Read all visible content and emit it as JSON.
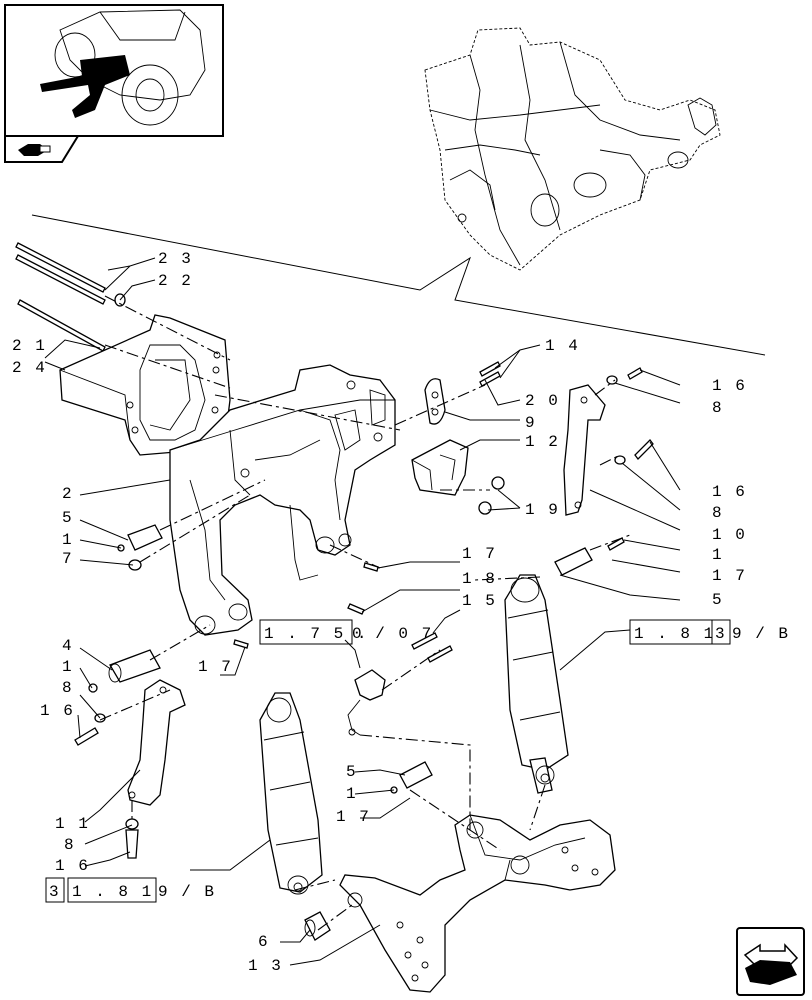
{
  "title": "",
  "callouts": [
    {
      "id": "c23",
      "text": "2 3"
    },
    {
      "id": "c22",
      "text": "2 2"
    },
    {
      "id": "c21",
      "text": "2 1"
    },
    {
      "id": "c24",
      "text": "2 4"
    },
    {
      "id": "c14",
      "text": "1 4"
    },
    {
      "id": "c20",
      "text": "2 0"
    },
    {
      "id": "c9a",
      "text": "9"
    },
    {
      "id": "c12",
      "text": "1 2"
    },
    {
      "id": "c19",
      "text": "1 9"
    },
    {
      "id": "c16a",
      "text": "1 6"
    },
    {
      "id": "c8a",
      "text": "8"
    },
    {
      "id": "c16b",
      "text": "1 6"
    },
    {
      "id": "c8b",
      "text": "8"
    },
    {
      "id": "c10",
      "text": "1 0"
    },
    {
      "id": "c1a",
      "text": "1"
    },
    {
      "id": "c17a",
      "text": "1 7"
    },
    {
      "id": "c5a",
      "text": "5"
    },
    {
      "id": "c2",
      "text": "2"
    },
    {
      "id": "c5b",
      "text": "5"
    },
    {
      "id": "c1b",
      "text": "1"
    },
    {
      "id": "c7",
      "text": "7"
    },
    {
      "id": "c17b",
      "text": "1 7"
    },
    {
      "id": "c18",
      "text": "1 8"
    },
    {
      "id": "c15",
      "text": "1 5"
    },
    {
      "id": "c4",
      "text": "4"
    },
    {
      "id": "c1c",
      "text": "1"
    },
    {
      "id": "c8c",
      "text": "8"
    },
    {
      "id": "c16c",
      "text": "1 6"
    },
    {
      "id": "c17c",
      "text": "1 7"
    },
    {
      "id": "c5c",
      "text": "5"
    },
    {
      "id": "c1d",
      "text": "1"
    },
    {
      "id": "c17d",
      "text": "1 7"
    },
    {
      "id": "c11",
      "text": "1 1"
    },
    {
      "id": "c8d",
      "text": "8"
    },
    {
      "id": "c16d",
      "text": "1 6"
    },
    {
      "id": "c6",
      "text": "6"
    },
    {
      "id": "c13",
      "text": "1 3"
    }
  ],
  "references": {
    "ref_175": {
      "box": "1 . 7 5 .",
      "suffix": "0 / 0 7"
    },
    "ref_181_right": {
      "box1": "1 . 8 1",
      "box2": "3",
      "suffix": "9 / B"
    },
    "ref_181_left": {
      "box1": "3",
      "box2": "1 . 8 1",
      "suffix": "9 / B"
    }
  },
  "icons": [
    "tractor-thumbnail-icon",
    "section-tab-icon",
    "next-page-arrow-icon"
  ]
}
